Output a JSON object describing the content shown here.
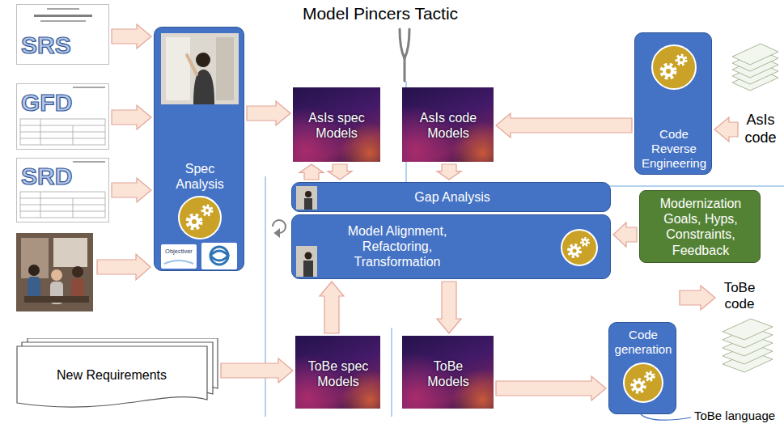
{
  "diagram": {
    "title": "Model Pincers Tactic",
    "nodes": [
      {
        "text": [
          "SRS"
        ]
      },
      {
        "text": [
          "GFD"
        ]
      },
      {
        "text": [
          "SRD"
        ]
      },
      {
        "text": [
          "Spec Analysis"
        ]
      },
      {
        "text": [
          "AsIs spec Models"
        ]
      },
      {
        "text": [
          "AsIs code Models"
        ]
      },
      {
        "text": [
          "Code Reverse Engineering"
        ]
      },
      {
        "text": [
          "Gap Analysis"
        ]
      },
      {
        "text": [
          "Model Alignment, Refactoring, Transformation"
        ]
      },
      {
        "text": [
          "Modernization Goals, Hyps, Constraints, Feedback"
        ]
      },
      {
        "text": [
          "New Requirements"
        ]
      },
      {
        "text": [
          "ToBe spec Models"
        ]
      },
      {
        "text": [
          "ToBe Models"
        ]
      },
      {
        "text": [
          "Code generation"
        ]
      }
    ],
    "edges": [
      {
        "from": 0,
        "to": 3,
        "arrow": "to"
      },
      {
        "from": 1,
        "to": 3,
        "arrow": "to"
      },
      {
        "from": 2,
        "to": 3,
        "arrow": "to"
      },
      {
        "from": 3,
        "to": 4,
        "arrow": "to"
      },
      {
        "from": 6,
        "to": 5,
        "arrow": "to"
      },
      {
        "from": 4,
        "to": 7,
        "arrow": "to"
      },
      {
        "from": 7,
        "to": 4,
        "arrow": "to"
      },
      {
        "from": 5,
        "to": 7,
        "arrow": "to"
      },
      {
        "from": 9,
        "to": 8,
        "arrow": "to"
      },
      {
        "from": 11,
        "to": 8,
        "arrow": "to"
      },
      {
        "from": 8,
        "to": 12,
        "arrow": "to"
      },
      {
        "from": 10,
        "to": 11,
        "arrow": "to"
      },
      {
        "from": 12,
        "to": 13,
        "arrow": "to"
      }
    ],
    "labels": [
      "AsIs code",
      "ToBe code",
      "ToBe language",
      "Objectiver"
    ]
  }
}
